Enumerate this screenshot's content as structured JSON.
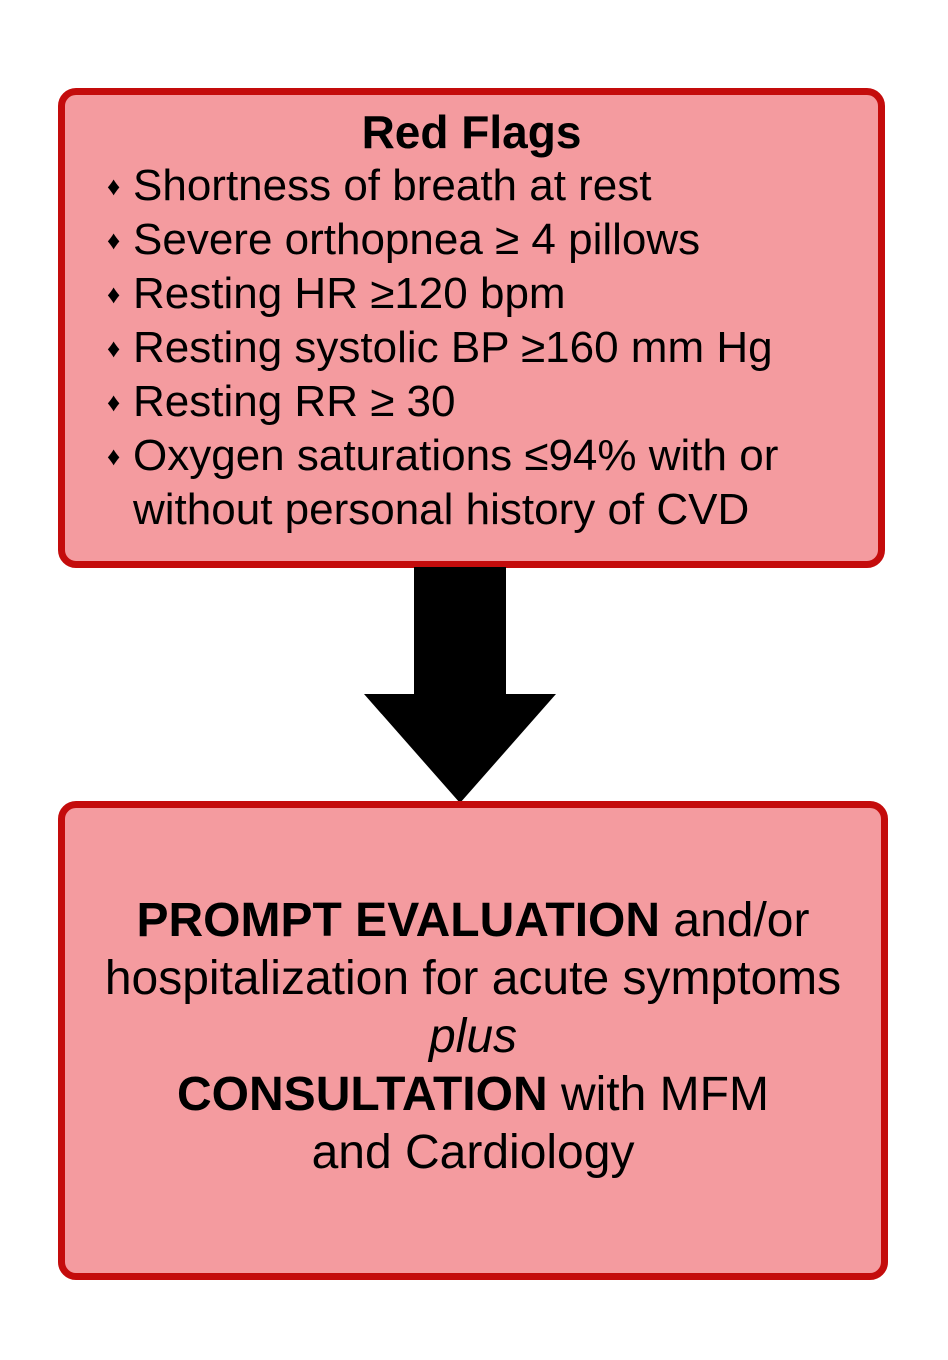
{
  "colors": {
    "background": "#ffffff",
    "box_fill": "#f49b9f",
    "box_border": "#c40c0c",
    "text": "#000000",
    "arrow": "#000000"
  },
  "top_box": {
    "title": "Red Flags",
    "bullet_glyph": "♦",
    "items": [
      "Shortness of breath at rest",
      "Severe orthopnea ≥ 4 pillows",
      "Resting HR ≥120 bpm",
      "Resting systolic BP ≥160 mm Hg",
      "Resting RR ≥ 30",
      "Oxygen saturations ≤94% with or without personal history of CVD"
    ]
  },
  "bottom_box": {
    "line1_bold": "PROMPT EVALUATION",
    "line1_rest": " and/or",
    "line2": "hospitalization for acute symptoms",
    "line3_italic": "plus",
    "line4_bold": "CONSULTATION",
    "line4_rest": " with MFM",
    "line5": "and Cardiology"
  }
}
